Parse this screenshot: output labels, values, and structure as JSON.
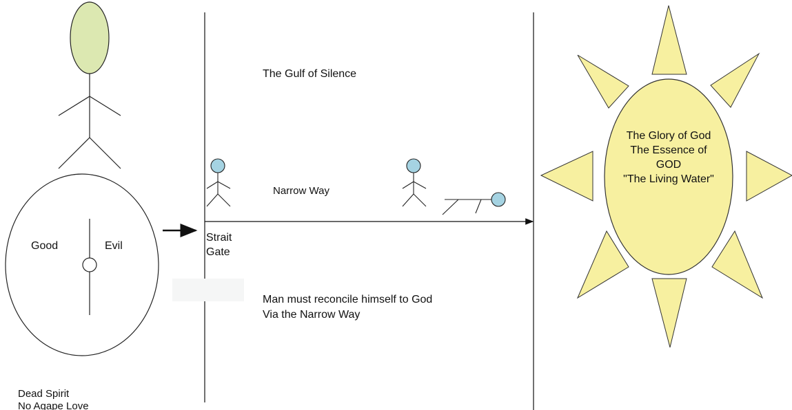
{
  "diagram": {
    "left": {
      "good_label": "Good",
      "evil_label": "Evil",
      "bottom_line1": "Dead Spirit",
      "bottom_line2": "No Agape Love"
    },
    "middle": {
      "top_label": "The Gulf of Silence",
      "way_label": "Narrow Way",
      "gate_line1": "Strait",
      "gate_line2": "Gate",
      "message_line1": "Man must reconcile himself to God",
      "message_line2": "Via the Narrow Way"
    },
    "sun": {
      "line1": "The Glory of God",
      "line2": "The Essence of",
      "line3": "GOD",
      "line4": "\"The Living Water\""
    },
    "colors": {
      "head_fill": "#dce8b1",
      "small_head_fill": "#a5d3e2",
      "sun_fill": "#f7f0a0",
      "stroke": "#111111"
    }
  }
}
